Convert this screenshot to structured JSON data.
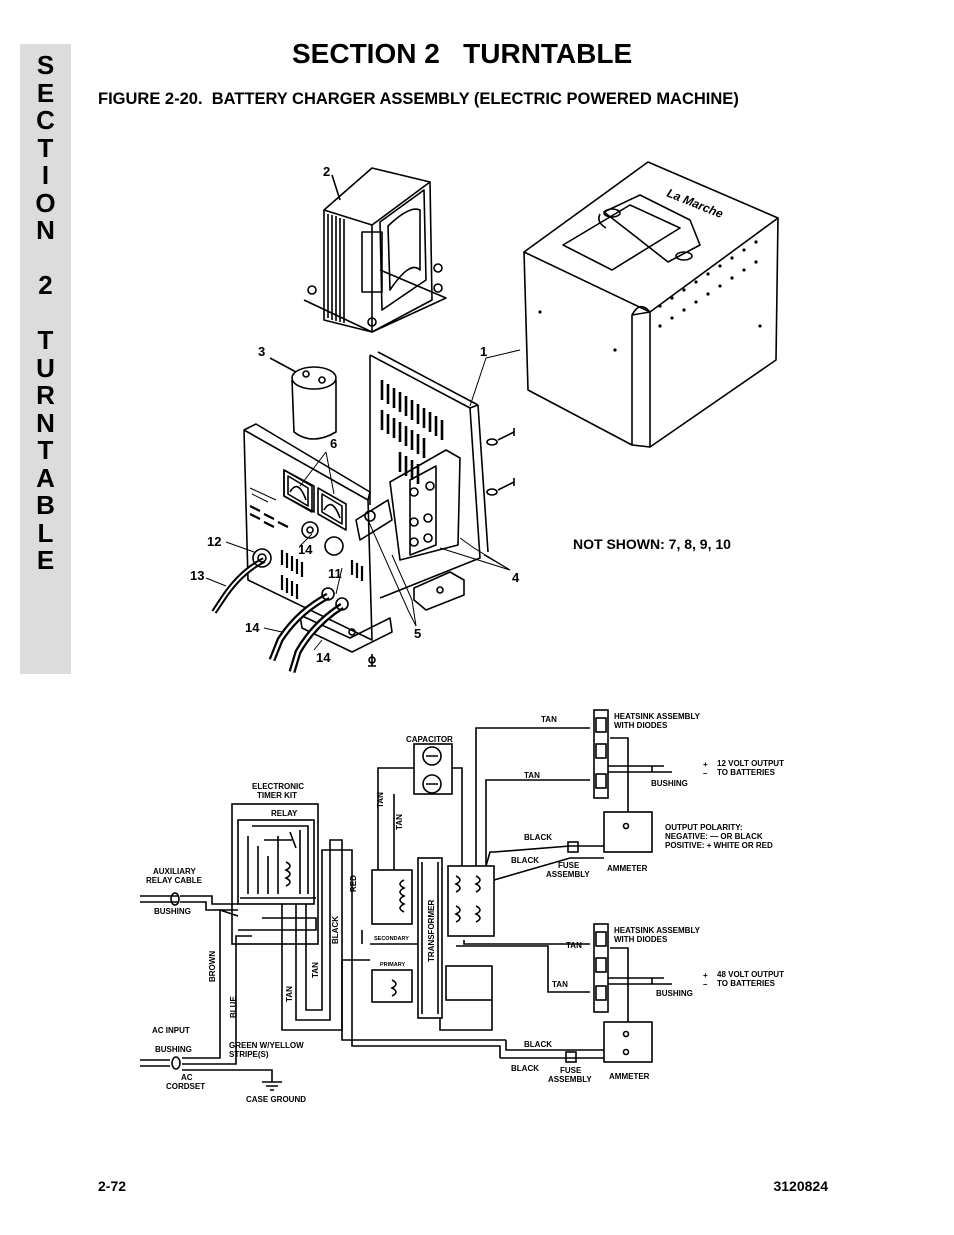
{
  "side_tab": {
    "letters": [
      "S",
      "E",
      "C",
      "T",
      "I",
      "O",
      "N",
      " ",
      "2",
      " ",
      "T",
      "U",
      "R",
      "N",
      "T",
      "A",
      "B",
      "L",
      "E"
    ]
  },
  "header": {
    "section_title": "SECTION 2   TURNTABLE",
    "figure_title": "FIGURE 2-20.  BATTERY CHARGER ASSEMBLY (ELECTRIC POWERED MACHINE)"
  },
  "exploded_view": {
    "callouts": {
      "c1": "1",
      "c2": "2",
      "c3": "3",
      "c4": "4",
      "c5": "5",
      "c6": "6",
      "c11": "11",
      "c12": "12",
      "c13": "13",
      "c14a": "14",
      "c14b": "14",
      "c14c": "14"
    },
    "not_shown": "NOT SHOWN: 7, 8, 9, 10",
    "brand_mark": "La Marche"
  },
  "schematic": {
    "capacitor": "CAPACITOR",
    "timer_kit_line1": "ELECTRONIC",
    "timer_kit_line2": "TIMER KIT",
    "relay": "RELAY",
    "aux_line1": "AUXILIARY",
    "aux_line2": "RELAY CABLE",
    "bushing_aux": "BUSHING",
    "ac_input": "AC INPUT",
    "bushing_ac": "BUSHING",
    "ac_cordset_line1": "AC",
    "ac_cordset_line2": "CORDSET",
    "green_line1": "GREEN W/YELLOW",
    "green_line2": "STRIPE(S)",
    "case_ground": "CASE GROUND",
    "brown": "BROWN",
    "blue": "BLUE",
    "tan_v1": "TAN",
    "tan_v2": "TAN",
    "tan_v3": "TAN",
    "tan_v4": "TAN",
    "black_v": "BLACK",
    "red_v": "RED",
    "secondary": "SECONDARY",
    "primary": "PRIMARY",
    "transformer": "TRANSFORMER",
    "tan_top": "TAN",
    "tan_2": "TAN",
    "black_1": "BLACK",
    "black_2": "BLACK",
    "fuse_1_line1": "FUSE",
    "fuse_1_line2": "ASSEMBLY",
    "ammeter_1": "AMMETER",
    "heatsink_1_line1": "HEATSINK ASSEMBLY",
    "heatsink_1_line2": "WITH DIODES",
    "out12_line1": "12 VOLT OUTPUT",
    "out12_line2": "TO BATTERIES",
    "bushing_12": "BUSHING",
    "polarity_line1": "OUTPUT POLARITY:",
    "polarity_line2": "NEGATIVE:  — OR BLACK",
    "polarity_line3": "POSITIVE: +  WHITE OR RED",
    "tan_3": "TAN",
    "tan_4": "TAN",
    "heatsink_2_line1": "HEATSINK ASSEMBLY",
    "heatsink_2_line2": "WITH DIODES",
    "out48_line1": "48 VOLT OUTPUT",
    "out48_line2": "TO BATTERIES",
    "bushing_48": "BUSHING",
    "black_3": "BLACK",
    "black_4": "BLACK",
    "fuse_2_line1": "FUSE",
    "fuse_2_line2": "ASSEMBLY",
    "ammeter_2": "AMMETER",
    "plus_12": "+",
    "minus_12": "–",
    "plus_48": "+",
    "minus_48": "–"
  },
  "footer": {
    "page_number": "2-72",
    "doc_number": "3120824"
  }
}
